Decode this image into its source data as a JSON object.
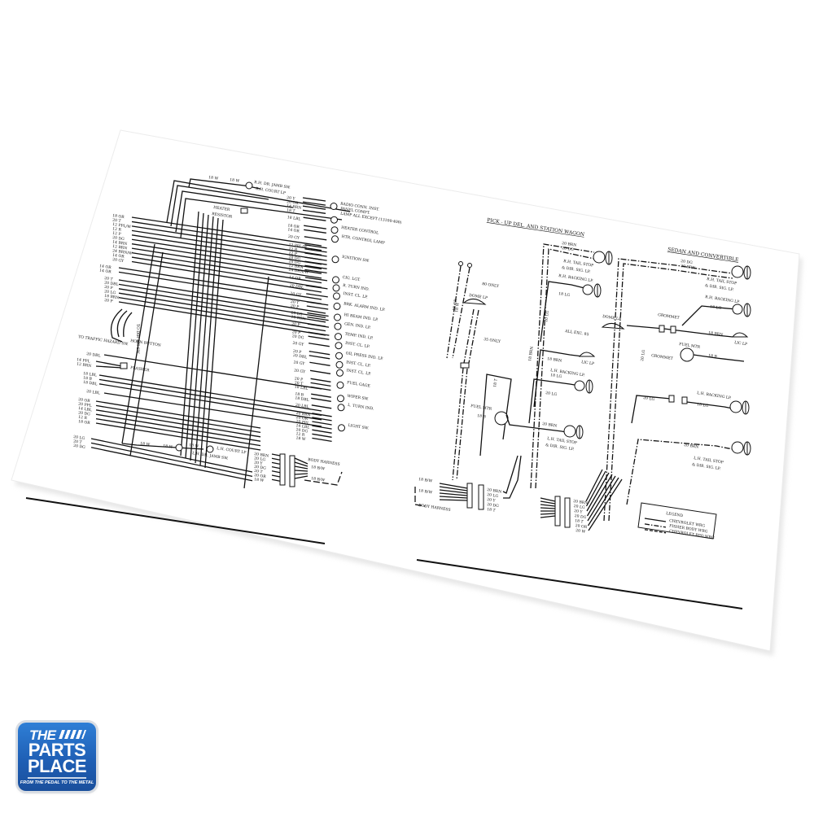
{
  "brand": {
    "line1": "THE",
    "line2": "PARTS",
    "line3": "PLACE",
    "trademark": "™",
    "tagline": "FROM THE PEDAL TO THE METAL",
    "color_primary": "#1f5fb5",
    "color_frame": "#d9dde3"
  },
  "sheet": {
    "background": "#ffffff",
    "ink": "#111111",
    "left_page": {
      "top_wires": [
        {
          "label": "18 W"
        },
        {
          "label": "18 W"
        }
      ],
      "top_components": [
        "R.H. DR. JAMB SW.",
        "R.H. COURT LP"
      ],
      "heater": "HEATER RESISTOR",
      "left_wire_bundle_1": [
        "18 OR",
        "20 T",
        "12 PPL/W",
        "12 R",
        "12 P",
        "20 DG",
        "14 BRN",
        "12 BRN",
        "24 BRN/W",
        "14 OR",
        "20 GY"
      ],
      "left_wire_bundle_2": [
        "14 OR",
        "14 OR"
      ],
      "left_wire_bundle_3": [
        "20 T",
        "20 DBL",
        "20 P",
        "20 LG",
        "18 BRN",
        "20 P"
      ],
      "turn_signal_labels": [
        "TO DIR SIG SW",
        "TO TRAFFIC HAZARD SW.",
        "HORN BUTTON"
      ],
      "left_wire_bundle_4": [
        "20 DBL"
      ],
      "flasher_wires": [
        "14 PPL",
        "12 BRN"
      ],
      "flasher": "FLASHER",
      "left_wire_bundle_5": [
        "18 LBL",
        "18 B",
        "18 DBL"
      ],
      "left_wire_bundle_6": [
        "20 LBL"
      ],
      "left_wire_bundle_7": [
        "20 OR",
        "20 PPL",
        "14 LBL",
        "20 DG",
        "12 R",
        "18 OR"
      ],
      "left_wire_bundle_8": [
        "20 LG",
        "20 T",
        "20 DG"
      ],
      "right_connections": [
        {
          "wires": [
            "20 Y",
            "20 OR",
            "14 BRN",
            "18 T"
          ],
          "component": "RADIO CONN. INST. PANEL COMPT. LAMP ALL EXCEPT (13100-400)"
        },
        {
          "wires": [
            "18 LBL"
          ],
          "component": ""
        },
        {
          "wires": [
            "18 OR",
            "14 OR"
          ],
          "component": "HEATER CONTROL"
        },
        {
          "wires": [
            "20 GY"
          ],
          "component": "HTR. CONTROL LAMP"
        },
        {
          "wires": [
            "12 PPL/W",
            "12 R",
            "12 P",
            "20 DG",
            "20 DG",
            "12 BRN",
            "24 BRN/W"
          ],
          "component": "IGNITION SW."
        },
        {
          "wires": [
            "14 OR"
          ],
          "component": "CIG. LGT."
        },
        {
          "wires": [
            "20 DBL"
          ],
          "component": "R. TURN IND."
        },
        {
          "wires": [
            "20 GY"
          ],
          "component": "INST. CL. LP."
        },
        {
          "wires": [
            "20 T",
            "20 P"
          ],
          "component": "BRK. ALARM IND. LP."
        },
        {
          "wires": [
            "20 LG",
            "18 BRN"
          ],
          "component": "HI BEAM IND. LP."
        },
        {
          "wires": [
            "20 P"
          ],
          "component": "GEN. IND. LP."
        },
        {
          "wires": [
            "20 P",
            "20 DG"
          ],
          "component": "TEMP. IND. LP."
        },
        {
          "wires": [
            "20 GY"
          ],
          "component": "INST. CL. LP."
        },
        {
          "wires": [
            "20 P",
            "20 DBL"
          ],
          "component": "OIL PRESS IND. LP."
        },
        {
          "wires": [
            "20 GY"
          ],
          "component": "INST. CL. LP."
        },
        {
          "wires": [
            "20 GY"
          ],
          "component": "INST. CL. LP."
        },
        {
          "wires": [
            "20 P",
            "20 T",
            "18 LBL"
          ],
          "component": "FUEL GAGE"
        },
        {
          "wires": [
            "18 B",
            "18 DBL"
          ],
          "component": "WIPER SW."
        },
        {
          "wires": [
            "20 LBL"
          ],
          "component": "L. TURN IND."
        },
        {
          "wires": [
            "20 BRN",
            "20 OR",
            "20 PPL",
            "14 LBL",
            "20 DG",
            "12 R",
            "18 W"
          ],
          "component": "LIGHT SW."
        }
      ],
      "bottom_components": [
        "L.H. COURT LP",
        "L.H. DR. JAMB SW."
      ],
      "bottom_wires_left": [
        "18 W",
        "18 W",
        "18 W"
      ],
      "body_harness_wires": [
        "20 BRN",
        "20 LG",
        "20 Y",
        "20 DG",
        "20 T",
        "20 OR",
        "18 W"
      ],
      "body_harness": {
        "label": "BODY HARNESS",
        "wires": [
          "18 B/W",
          "18 B/W"
        ]
      }
    },
    "right_page": {
      "title_left": "PICK - UP DEL. AND STATION WAGON",
      "title_right": "SEDAN AND CONVERTIBLE",
      "notes": [
        "80 ONLY",
        "35 ONLY",
        "ALL EXC. 85"
      ],
      "vertical_wires": [
        "18 OR",
        "18 W",
        "18 OR",
        "18 W",
        "20 LG",
        "18 T",
        "18 BRN",
        "18 OR",
        "18 W",
        "20 LG"
      ],
      "components_pickup": [
        {
          "wires": [
            "20 BRN",
            "20 DG"
          ],
          "component": "R.H. TAIL STOP & DIR. SIG. LP."
        },
        {
          "wires": [
            "18 LG"
          ],
          "component": "R.H. BACKING LP."
        },
        {
          "wires": [
            "18 BRN"
          ],
          "component": "LIC LP"
        },
        {
          "wires": [
            "18 LG",
            "20 LG"
          ],
          "component": "L.H. BACKING LP."
        },
        {
          "wires": [
            "18 B"
          ],
          "component": "FUEL MTR"
        },
        {
          "wires": [
            "20 BRN"
          ],
          "component": "L.H. TAIL STOP & DIR. SIG. LP."
        }
      ],
      "dome_lamps": [
        "DOME LP",
        "DOME LP"
      ],
      "components_sedan": [
        {
          "wires": [
            "20 DG",
            "20 BRN"
          ],
          "component": "R.H. TAIL STOP & DIR. SIG. LP."
        },
        {
          "wires": [
            "18 LG"
          ],
          "component": "R.H. BACKING LP."
        },
        {
          "wires": [
            "18 BRN"
          ],
          "component": "LIC LP"
        },
        {
          "wires": [
            "18 B"
          ],
          "component": "FUEL MTR"
        },
        {
          "wires": [
            "20 LG",
            "18 LG"
          ],
          "component": "L.H. BACKING LP."
        },
        {
          "wires": [
            "20 BRN"
          ],
          "component": "L.H. TAIL STOP & DIR. SIG. LP."
        }
      ],
      "grommets": [
        "GROMMET",
        "GROMMET"
      ],
      "body_harness_left": {
        "label": "BODY HARNESS",
        "wires": [
          "18 B/W",
          "18 B/W"
        ]
      },
      "connector_1_wires": [
        "20 BRN",
        "20 LG",
        "20 Y",
        "20 DG",
        "18 T"
      ],
      "connector_2_wires": [
        "20 BRN",
        "20 LG",
        "20 Y",
        "20 DG",
        "18 T",
        "20 OR",
        "20 W"
      ],
      "legend": {
        "title": "LEGEND",
        "items": [
          {
            "line": "solid",
            "label": "CHEVROLET WRG"
          },
          {
            "line": "dash-dot",
            "label": "FISHER BODY WRG"
          },
          {
            "line": "dashed",
            "label": "CHEVROLET RPO WRG"
          }
        ]
      }
    }
  }
}
